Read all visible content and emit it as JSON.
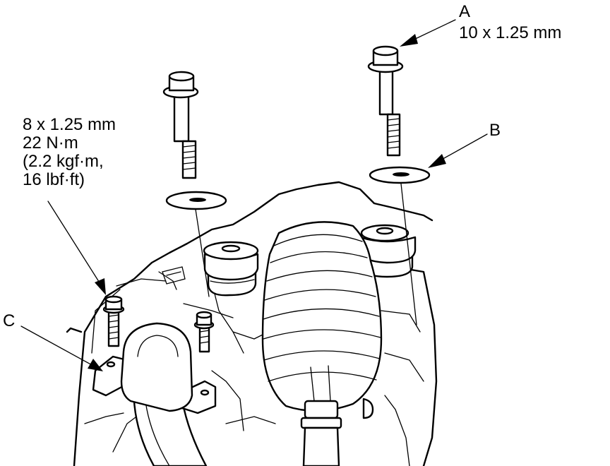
{
  "callouts": {
    "a": {
      "letter": "A",
      "spec": "10 x 1.25 mm"
    },
    "b": {
      "letter": "B"
    },
    "c": {
      "letter": "C"
    },
    "bolt_spec": {
      "line1": "8 x 1.25 mm",
      "line2": "22 N·m",
      "line3": "(2.2 kgf·m,",
      "line4": "16 lbf·ft)"
    }
  },
  "colors": {
    "ink": "#000000",
    "paper": "#ffffff"
  }
}
